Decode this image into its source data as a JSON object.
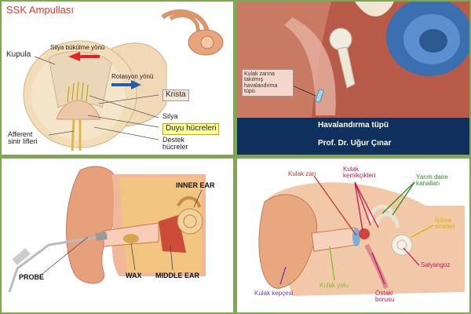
{
  "panel1": {
    "title": "SSK Ampullası",
    "labels": {
      "silia_bukulme": "Silya bükülme yönü",
      "kupula": "Kupula",
      "rotasyon": "Rotasyon yönü",
      "krista": "Krista",
      "silya": "Silya",
      "duyu": "Duyu hücreleri",
      "afferent": "Afferent\nsinir lifleri",
      "destek": "Destek\nhücreler"
    },
    "colors": {
      "title": "#e03a2c",
      "arrow_left": "#e52421",
      "arrow_right": "#1f5fb0"
    }
  },
  "panel2": {
    "callout": "Kulak zarına\ntakılmış\nhavalandırma\ntüpü",
    "caption_title": "Havalandırma tüpü",
    "caption_author": "Prof. Dr. Uğur Çınar",
    "colors": {
      "caption_bg": "#0f2f5c"
    }
  },
  "panel3": {
    "labels": {
      "inner_ear": "INNER EAR",
      "probe": "PROBE",
      "wax": "WAX",
      "middle_ear": "MIDDLE EAR"
    }
  },
  "panel4": {
    "labels": {
      "kulak_zari": "Kulak zarı",
      "kemikcikler": "Kulak\nkemikçikleri",
      "yarim_daire": "Yarım daire\nkanalları",
      "isitme": "İşitme\nsinirleri",
      "salyangoz": "Salyangoz",
      "ostaki": "Östaki\nborusu",
      "kulak_yolu": "Kulak yolu",
      "kepce": "Kulak kepçesi"
    },
    "colors": {
      "kulak_zari": "#c0392b",
      "kemikcikler": "#c2185b",
      "yarim_daire": "#2e8b22",
      "isitme": "#e0b000",
      "salyangoz": "#c2185b",
      "ostaki": "#c2185b",
      "kulak_yolu": "#7fbf2a",
      "kepce": "#6a3fa0"
    }
  }
}
